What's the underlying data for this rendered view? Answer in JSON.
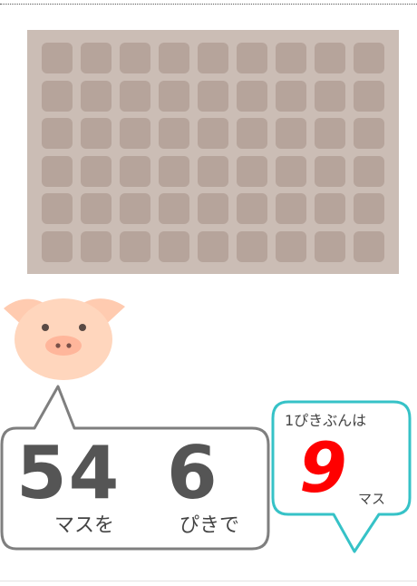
{
  "grid": {
    "rows": 6,
    "columns": 9
  },
  "problem": {
    "total_cells": "54",
    "cells_unit": "マスを",
    "pig_count": "6",
    "pig_unit": "ぴきで"
  },
  "answer": {
    "label": "1ぴきぶんは",
    "value": "9",
    "unit": "マス"
  },
  "colors": {
    "board": "#cbbdb5",
    "cell": "#b6a49b",
    "pig": "#ffd6bd",
    "pig_ears": "#ffcbb0",
    "answer_accent": "#ff0000",
    "left_bubble_border": "#7f7f7f",
    "right_bubble_border": "#36c2c7"
  },
  "icons": {
    "pig": "pig-face-icon"
  }
}
